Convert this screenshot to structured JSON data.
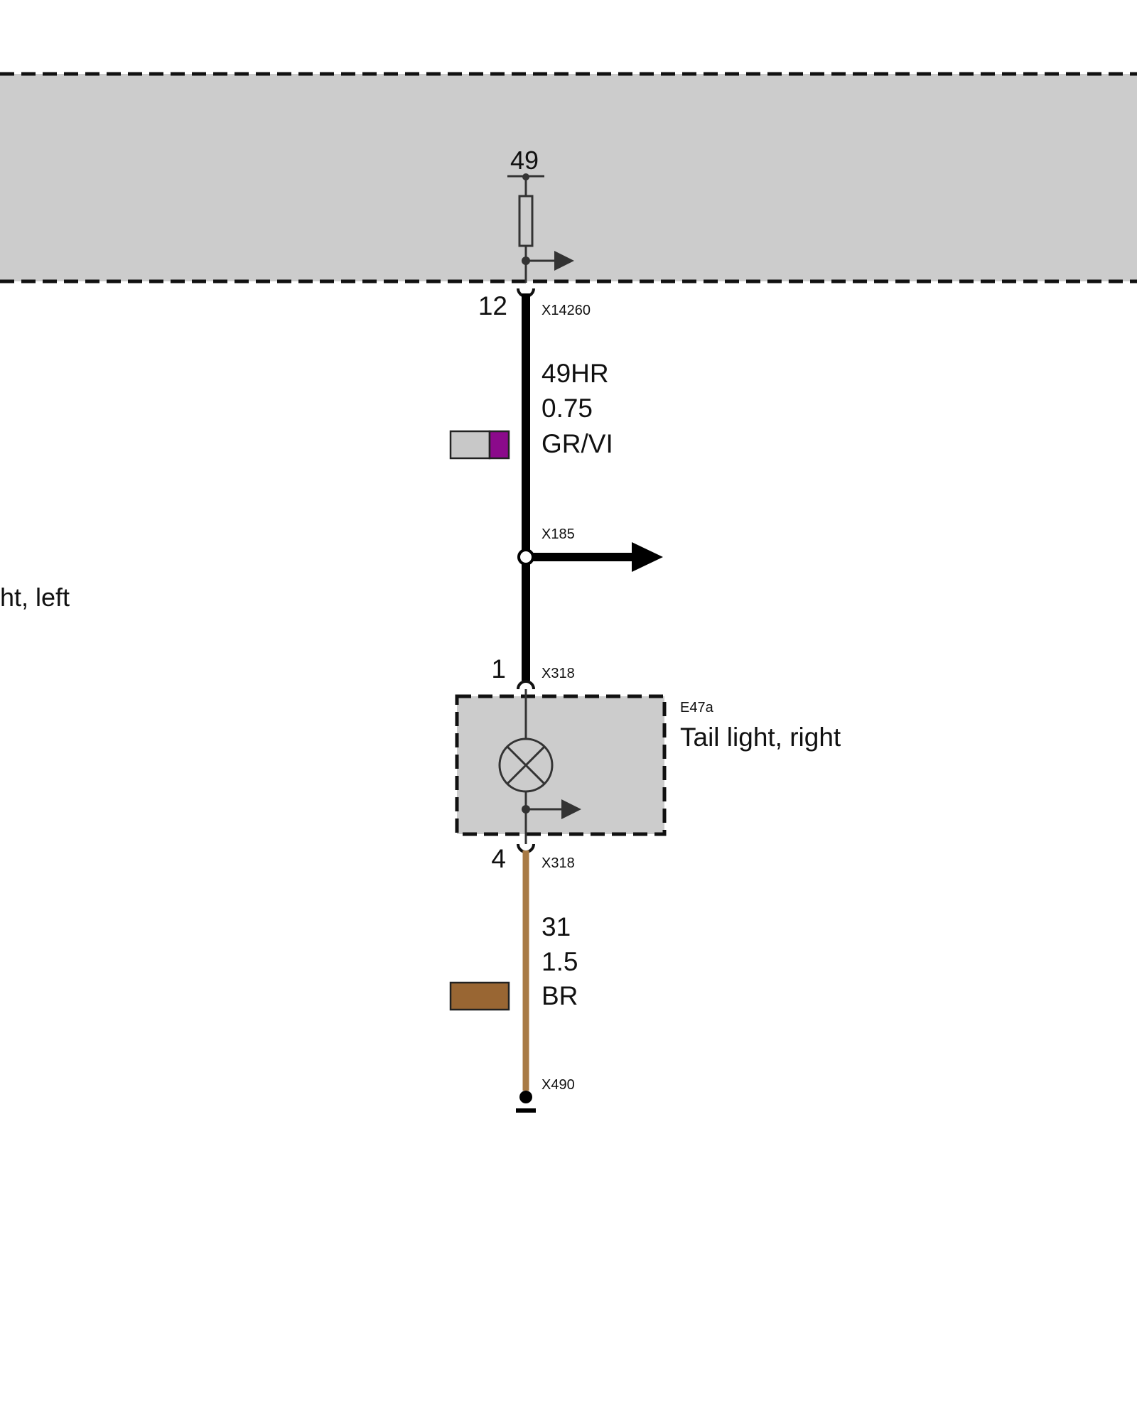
{
  "module": {
    "fuse_terminal": "49",
    "pin": "12",
    "connector": "X14260"
  },
  "wire_top": {
    "signal": "49HR",
    "gauge": "0.75",
    "color_code": "GR/VI",
    "swatch_primary": "#c8c8c8",
    "swatch_stripe": "#8b0a8b",
    "wire_color": "#000000"
  },
  "splice": {
    "connector": "X185"
  },
  "left_component": {
    "name_fragment": "ht, left"
  },
  "tail_light": {
    "id": "E47a",
    "name": "Tail light, right",
    "pin_in": "1",
    "connector_in": "X318",
    "pin_out": "4",
    "connector_out": "X318"
  },
  "wire_bottom": {
    "signal": "31",
    "gauge": "1.5",
    "color_code": "BR",
    "swatch_color": "#996633",
    "wire_color": "#a87a45"
  },
  "ground": {
    "connector": "X490"
  }
}
